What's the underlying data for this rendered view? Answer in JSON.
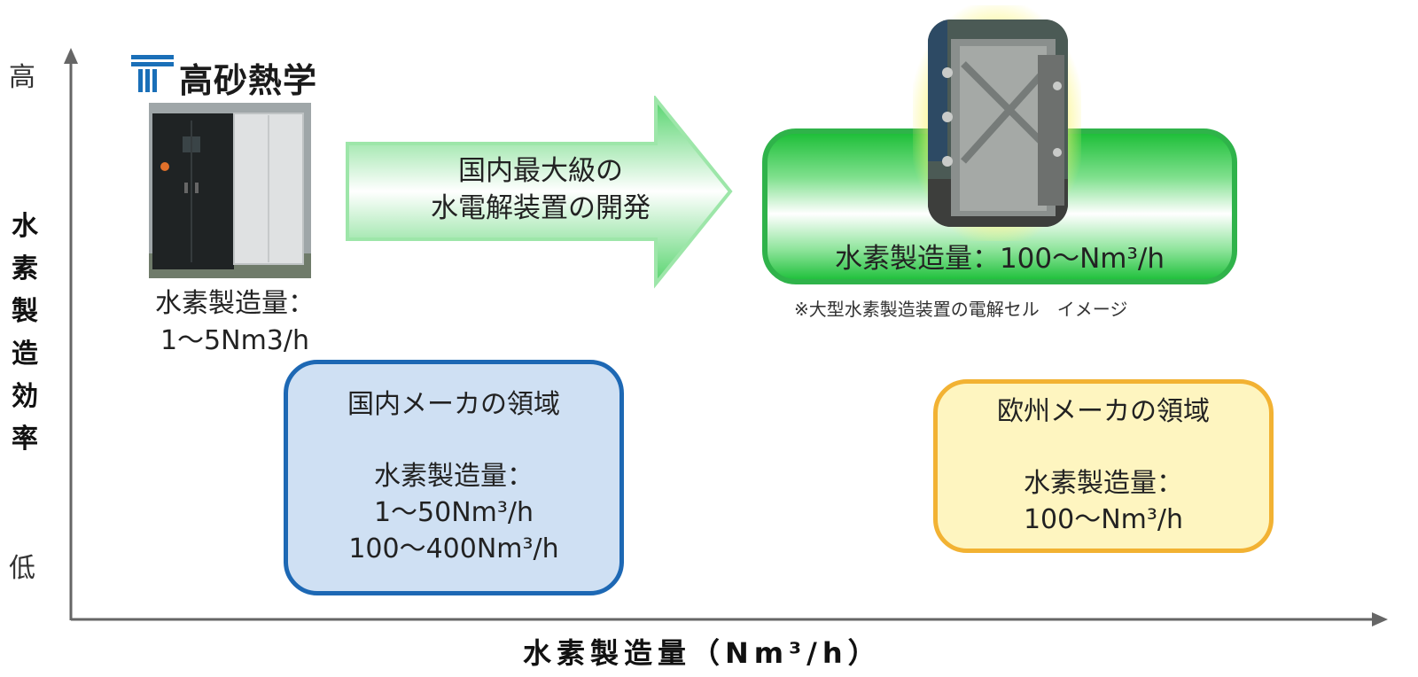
{
  "axes": {
    "y_high": "高",
    "y_low": "低",
    "y_title": "水素製造効率",
    "x_title": "水素製造量（Nm³/h）"
  },
  "logo": {
    "text": "高砂熱学",
    "color": "#1a6fb8"
  },
  "small_unit": {
    "label_line1": "水素製造量：",
    "label_line2": "1〜5Nm3/h"
  },
  "arrow": {
    "line1": "国内最大級の",
    "line2": "水電解装置の開発",
    "color": "#3ec85a"
  },
  "large_unit": {
    "label": "水素製造量：100〜Nm³/h",
    "caption": "※大型水素製造装置の電解セル　イメージ",
    "color": "#2fb34a"
  },
  "domestic": {
    "title": "国内メーカの領域",
    "label": "水素製造量：",
    "range1": "1〜50Nm³/h",
    "range2": "100〜400Nm³/h",
    "border_color": "#1d68b4",
    "fill_color": "#cfe0f3"
  },
  "europe": {
    "title": "欧州メーカの領域",
    "label": "水素製造量：",
    "range1": "100〜Nm³/h",
    "border_color": "#f2b233",
    "fill_color": "#fef5c0"
  }
}
